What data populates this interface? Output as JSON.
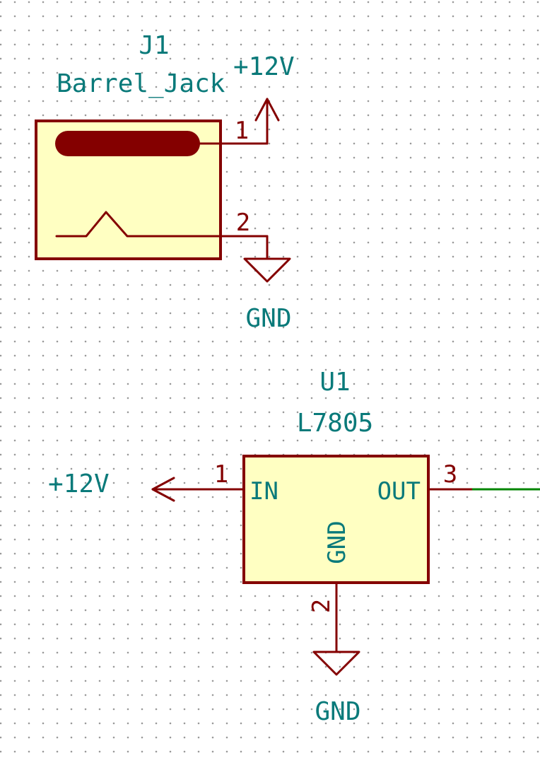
{
  "j1": {
    "ref": "J1",
    "value": "Barrel_Jack",
    "pin1_number": "1",
    "pin2_number": "2"
  },
  "u1": {
    "ref": "U1",
    "value": "L7805",
    "pin_in_name": "IN",
    "pin_out_name": "OUT",
    "pin_gnd_name": "GND",
    "pin_in_number": "1",
    "pin_gnd_number": "2",
    "pin_out_number": "3"
  },
  "power": {
    "plus12v_top": "+12V",
    "plus12v_left": "+12V",
    "gnd_j1": "GND",
    "gnd_u1": "GND"
  },
  "colors": {
    "symbol": "#840000",
    "symbol_fill": "#ffffc2",
    "label": "#0a7a7a",
    "wire": "#008400"
  }
}
